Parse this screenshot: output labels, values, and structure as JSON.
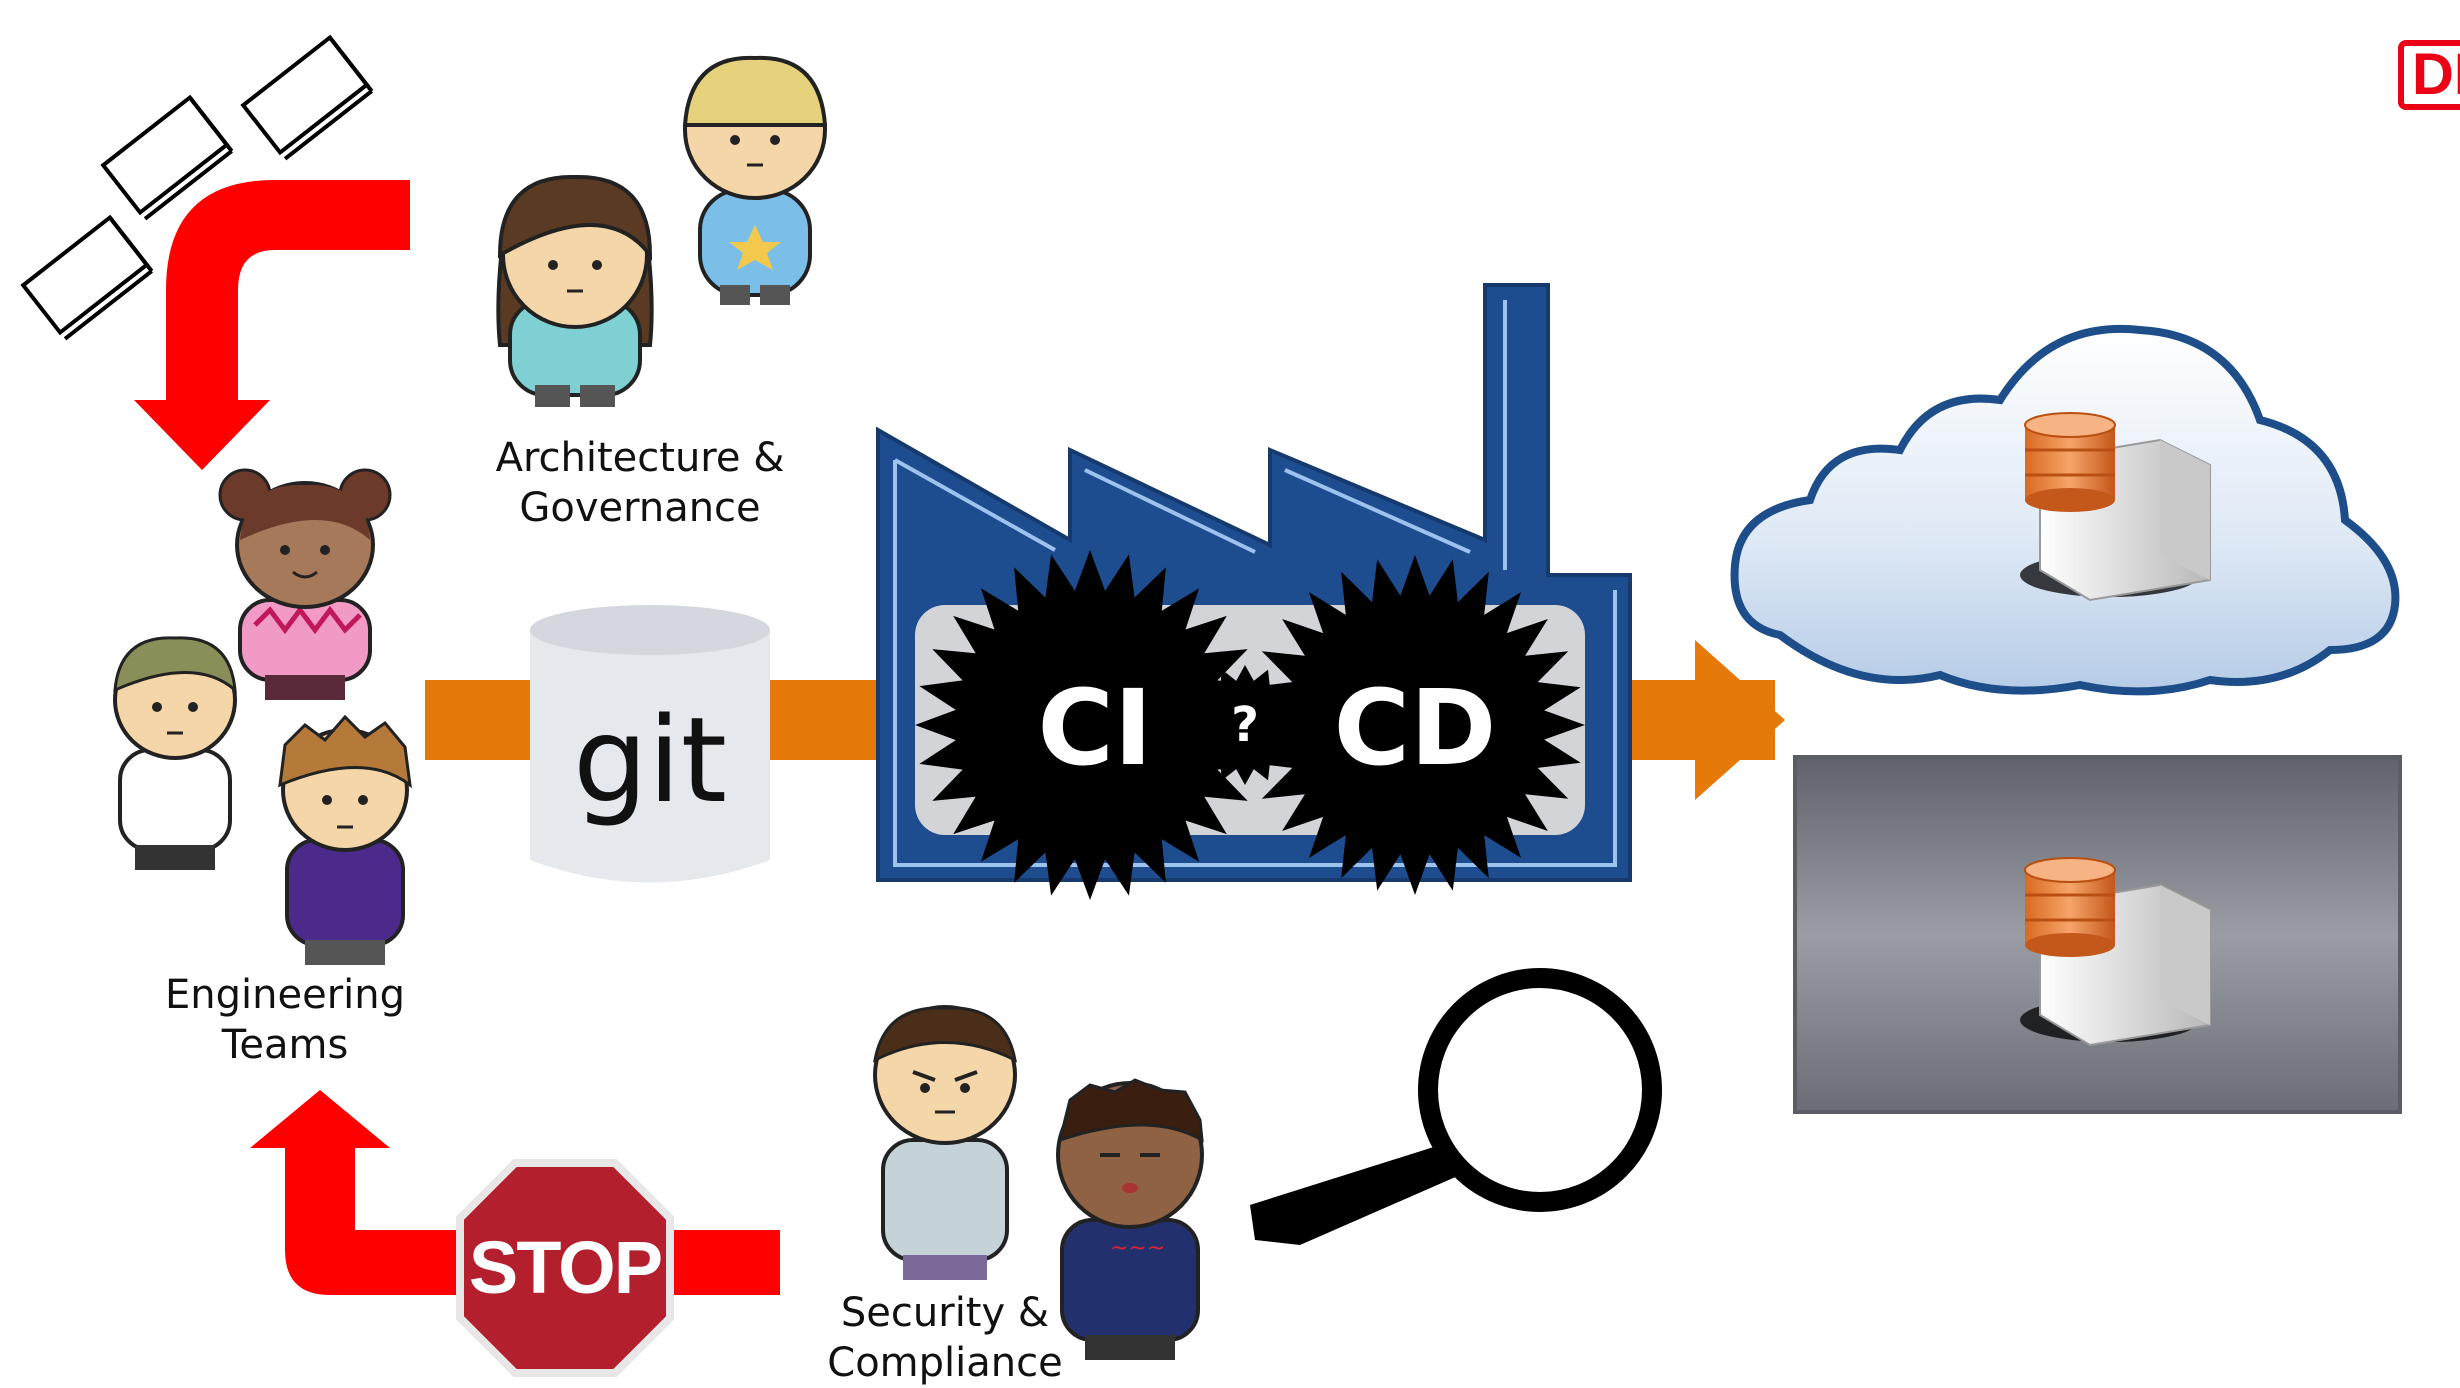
{
  "logo": {
    "text": "DB",
    "color": "#EC0016"
  },
  "groups": {
    "architecture": {
      "line1": "Architecture &",
      "line2": "Governance"
    },
    "engineering": {
      "line1": "Engineering",
      "line2": "Teams"
    },
    "security": {
      "line1": "Security &",
      "line2": "Compliance"
    }
  },
  "repository": {
    "label": "git"
  },
  "factory": {
    "ci": "CI",
    "cd": "CD",
    "unknown": "?"
  },
  "stop_sign": {
    "text": "STOP"
  },
  "colors": {
    "feedback_arrow": "#FF0000",
    "flow_arrow": "#E57A0B",
    "factory_blue": "#1E4D8F",
    "cloud_fill": "#CFE0F2",
    "onprem_box": "#7D8088",
    "stop_red": "#B31F2D"
  },
  "icons": [
    "documents-icon",
    "person-icon",
    "git-database-icon",
    "factory-icon",
    "gear-icon",
    "cloud-icon",
    "server-icon",
    "magnifier-icon",
    "stop-sign-icon"
  ]
}
